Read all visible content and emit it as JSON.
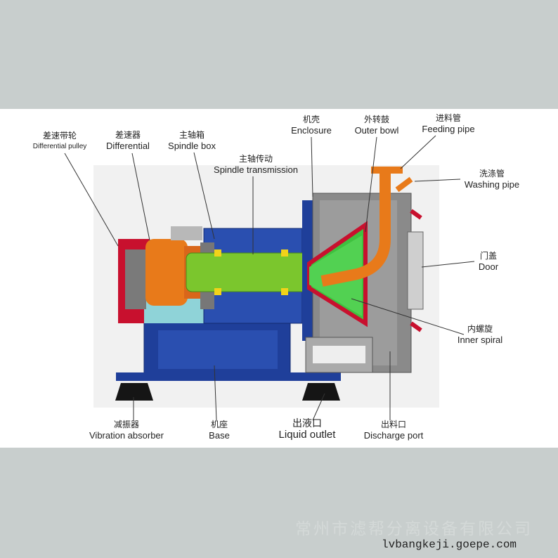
{
  "labels": {
    "differential_pulley": {
      "zh": "差速带轮",
      "en": "Differential pulley"
    },
    "differential": {
      "zh": "差速器",
      "en": "Differential"
    },
    "spindle_box": {
      "zh": "主轴箱",
      "en": "Spindle box"
    },
    "spindle_transmission": {
      "zh": "主轴传动",
      "en": "Spindle transmission"
    },
    "enclosure": {
      "zh": "机壳",
      "en": "Enclosure"
    },
    "outer_bowl": {
      "zh": "外转鼓",
      "en": "Outer bowl"
    },
    "feeding_pipe": {
      "zh": "进料管",
      "en": "Feeding pipe"
    },
    "washing_pipe": {
      "zh": "洗涤管",
      "en": "Washing pipe"
    },
    "door": {
      "zh": "门盖",
      "en": "Door"
    },
    "inner_spiral": {
      "zh": "内螺旋",
      "en": "Inner spiral"
    },
    "vibration_absorber": {
      "zh": "减振器",
      "en": "Vibration absorber"
    },
    "base": {
      "zh": "机座",
      "en": "Base"
    },
    "liquid_outlet": {
      "zh": "出液口",
      "en": "Liquid outlet"
    },
    "discharge_port": {
      "zh": "出料口",
      "en": "Discharge port"
    }
  },
  "watermark": "常州市滤帮分离设备有限公司",
  "url": "lvbangkeji.goepe.com"
}
